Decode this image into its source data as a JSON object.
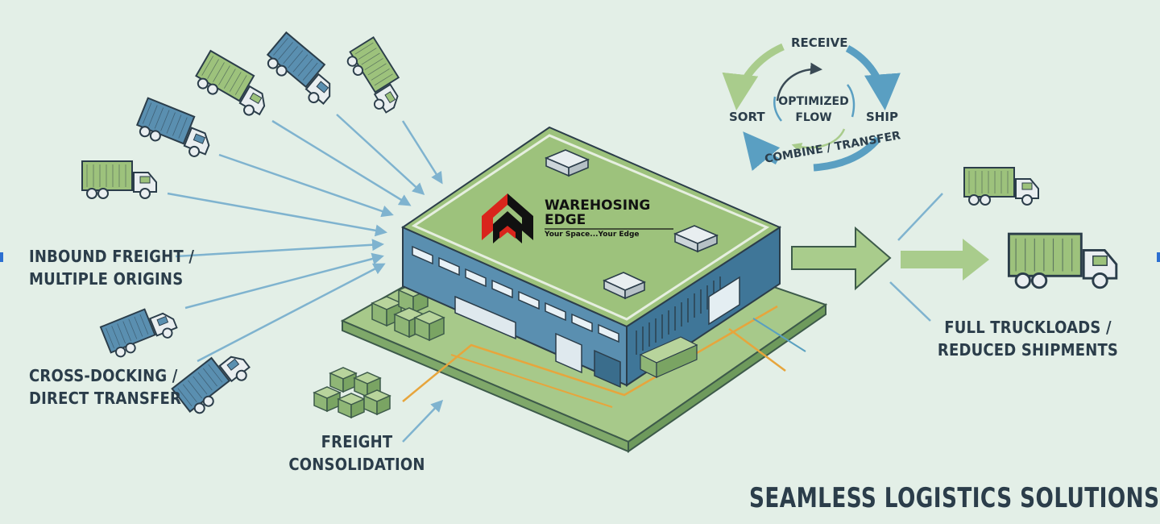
{
  "labels": {
    "inbound_line1": "INBOUND FREIGHT /",
    "inbound_line2": "MULTIPLE ORIGINS",
    "crossdock_line1": "CROSS-DOCKING /",
    "crossdock_line2": "DIRECT TRANSFER",
    "consol_line1": "FREIGHT",
    "consol_line2": "CONSOLIDATION",
    "outbound_line1": "FULL TRUCKLOADS /",
    "outbound_line2": "REDUCED SHIPMENTS"
  },
  "cycle": {
    "receive": "RECEIVE",
    "ship": "SHIP",
    "sort": "SORT",
    "combine": "COMBINE / TRANSFER",
    "center_line1": "OPTIMIZED",
    "center_line2": "FLOW"
  },
  "brand": {
    "name_line1": "WAREHOSING",
    "name_line2": "EDGE",
    "tagline": "Your Space...Your Edge"
  },
  "footer": {
    "title": "SEAMLESS LOGISTICS SOLUTIONS"
  },
  "colors": {
    "background": "#e3efe7",
    "green": "#9dc27c",
    "blue": "#5a8fb0",
    "arrow": "#7fb3cf",
    "text": "#2b3d4a",
    "brand_red": "#d9251c"
  },
  "icons": [
    "truck-icon",
    "cargo-box-icon",
    "rooftop-unit-icon",
    "cycle-arrow-icon",
    "flow-arrow-icon",
    "warehousing-edge-logo"
  ]
}
